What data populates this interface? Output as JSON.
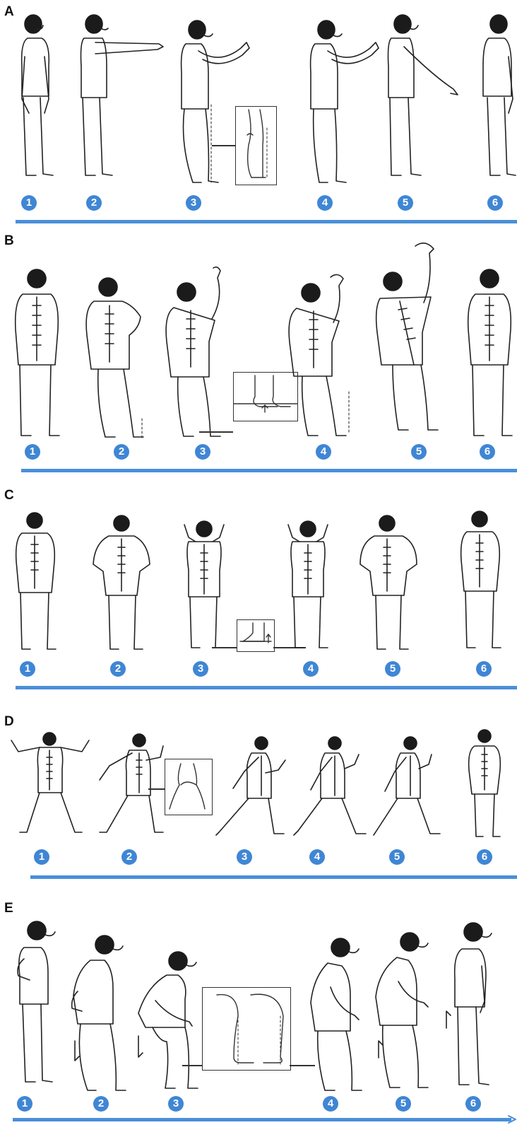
{
  "panels": [
    {
      "letter": "A",
      "steps": [
        "1",
        "2",
        "3",
        "4",
        "5",
        "6"
      ]
    },
    {
      "letter": "B",
      "steps": [
        "1",
        "2",
        "3",
        "4",
        "5",
        "6"
      ]
    },
    {
      "letter": "C",
      "steps": [
        "1",
        "2",
        "3",
        "4",
        "5",
        "6"
      ]
    },
    {
      "letter": "D",
      "steps": [
        "1",
        "2",
        "3",
        "4",
        "5",
        "6"
      ]
    },
    {
      "letter": "E",
      "steps": [
        "1",
        "2",
        "3",
        "4",
        "5",
        "6"
      ]
    }
  ],
  "colors": {
    "badge": "#3f86d4",
    "timeline": "#4a8fd9",
    "ink": "#222222"
  },
  "icons": {
    "figure": "exercise-figure-icon",
    "inset": "detail-inset",
    "arrow": "arrow-icon"
  }
}
